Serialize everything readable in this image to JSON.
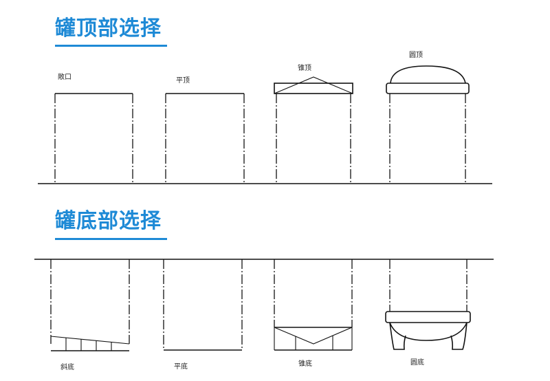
{
  "sections": {
    "top": {
      "title": "罐顶部选择"
    },
    "bottom": {
      "title": "罐底部选择"
    }
  },
  "top_options": [
    {
      "label": "敞口"
    },
    {
      "label": "平顶"
    },
    {
      "label": "锥顶"
    },
    {
      "label": "圆顶"
    }
  ],
  "bottom_options": [
    {
      "label": "斜底"
    },
    {
      "label": "平底"
    },
    {
      "label": "锥底"
    },
    {
      "label": "圆底"
    }
  ],
  "colors": {
    "title": "#1e8ad6",
    "line": "#111111"
  }
}
